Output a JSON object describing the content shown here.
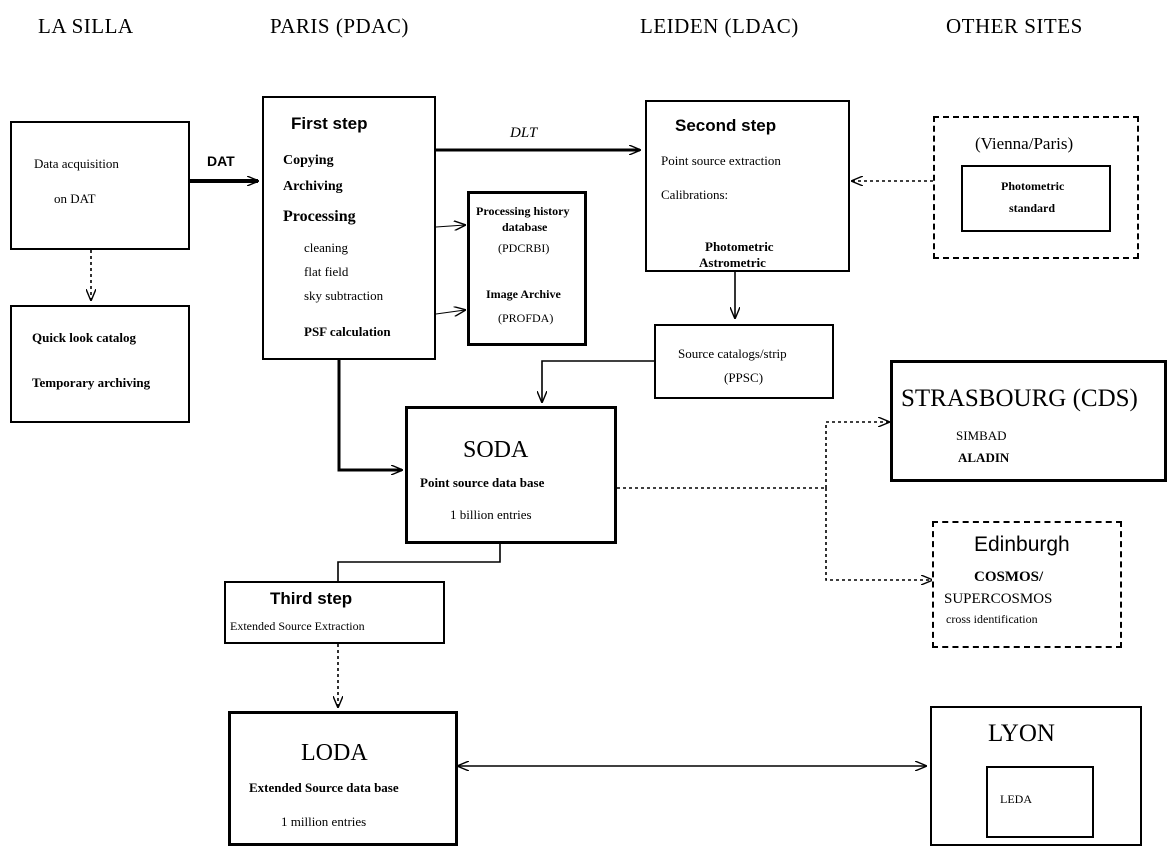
{
  "columns": {
    "la_silla": "LA SILLA",
    "paris": "PARIS (PDAC)",
    "leiden": "LEIDEN (LDAC)",
    "other": "OTHER SITES"
  },
  "la_silla": {
    "acquisition_line1": "Data acquisition",
    "acquisition_line2": "on DAT",
    "quicklook_line1": "Quick look catalog",
    "quicklook_line2": "Temporary archiving"
  },
  "first_step": {
    "title": "First step",
    "items": [
      "Copying",
      "Archiving",
      "Processing",
      "cleaning",
      "flat field",
      "sky subtraction",
      "PSF calculation"
    ]
  },
  "history": {
    "line1": "Processing history",
    "line2": "database",
    "line3": "(PDCRBI)",
    "line4": "Image Archive",
    "line5": "(PROFDA)"
  },
  "second_step": {
    "title": "Second step",
    "line1": "Point source extraction",
    "line2": "Calibrations:",
    "line3": "Photometric",
    "line4": "Astrometric"
  },
  "vienna": {
    "title": "(Vienna/Paris)",
    "inner_line1": "Photometric",
    "inner_line2": "standard"
  },
  "source_catalog": {
    "line1": "Source catalogs/strip",
    "line2": "(PPSC)"
  },
  "soda": {
    "title": "SODA",
    "line1": "Point source data base",
    "line2": "1 billion entries"
  },
  "strasbourg": {
    "title": "STRASBOURG (CDS)",
    "line1": "SIMBAD",
    "line2": "ALADIN"
  },
  "edinburgh": {
    "title": "Edinburgh",
    "line1": "COSMOS/",
    "line2": "SUPERCOSMOS",
    "line3": "cross identification"
  },
  "third_step": {
    "title": "Third step",
    "line1": "Extended Source Extraction"
  },
  "loda": {
    "title": "LODA",
    "line1": "Extended Source data base",
    "line2": "1 million entries"
  },
  "lyon": {
    "title": "LYON",
    "inner": "LEDA"
  },
  "links": {
    "dat": "DAT",
    "dlt": "DLT"
  }
}
